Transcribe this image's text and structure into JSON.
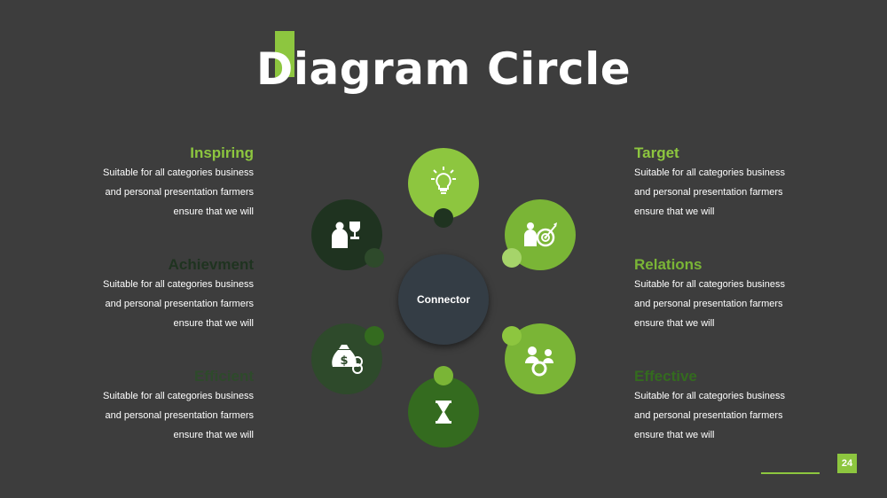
{
  "slide": {
    "title": "Diagram Circle",
    "page_number": "24"
  },
  "center": {
    "label": "Connector"
  },
  "blocks": [
    {
      "id": "inspiring",
      "title": "Inspiring",
      "color": "#8dc63f",
      "lines": [
        "Suitable for all categories business",
        "and personal presentation farmers",
        "ensure that we will"
      ]
    },
    {
      "id": "achievment",
      "title": "Achievment",
      "color": "#1f3320",
      "lines": [
        "Suitable for all categories business",
        "and personal presentation farmers",
        "ensure that we will"
      ]
    },
    {
      "id": "efficient",
      "title": "Efficient",
      "color": "#2e4a2b",
      "lines": [
        "Suitable for all categories business",
        "and personal presentation farmers",
        "ensure that we will"
      ]
    },
    {
      "id": "target",
      "title": "Target",
      "color": "#8dc63f",
      "lines": [
        "Suitable for all categories business",
        "and personal presentation farmers",
        "ensure that we will"
      ]
    },
    {
      "id": "relations",
      "title": "Relations",
      "color": "#7ab536",
      "lines": [
        "Suitable for all categories business",
        "and personal presentation farmers",
        "ensure that we will"
      ]
    },
    {
      "id": "effective",
      "title": "Effective",
      "color": "#346b1f",
      "lines": [
        "Suitable for all categories business",
        "and personal presentation farmers",
        "ensure that we will"
      ]
    }
  ],
  "nodes": [
    {
      "icon": "lightbulb-icon",
      "color": "#8dc63f",
      "dot_color": "#1f3320"
    },
    {
      "icon": "target-person-icon",
      "color": "#7ab536",
      "dot_color": "#a6d46a"
    },
    {
      "icon": "people-icon",
      "color": "#7ab536",
      "dot_color": "#8dc63f"
    },
    {
      "icon": "hourglass-icon",
      "color": "#346b1f",
      "dot_color": "#7ab536"
    },
    {
      "icon": "money-bag-icon",
      "color": "#2e4a2b",
      "dot_color": "#346b1f"
    },
    {
      "icon": "trophy-person-icon",
      "color": "#1f3320",
      "dot_color": "#2e4a2b"
    }
  ]
}
